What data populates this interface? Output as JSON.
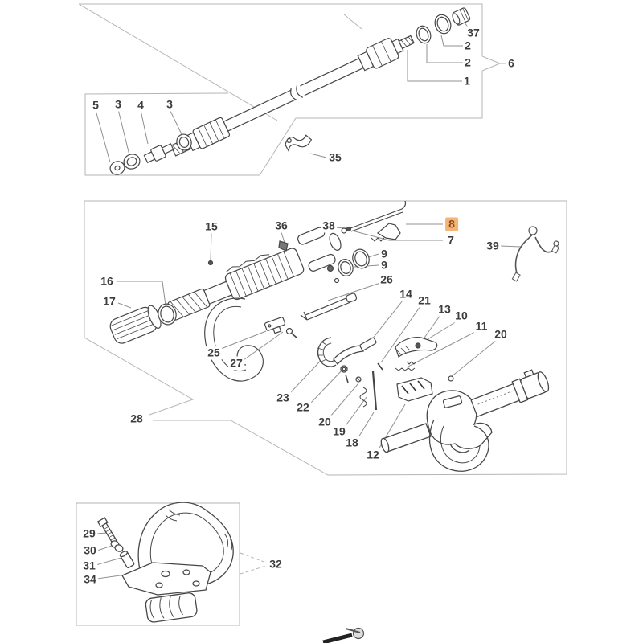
{
  "diagram": {
    "background": "#ffffff",
    "selected_part_number": "8",
    "highlight_bg": "#f4b377",
    "highlight_text_color": "#8d4a17",
    "line_art_color": "#474747",
    "box_outline_color": "#b5b5b5",
    "leader_line_color": "#909090",
    "label_text_color": "#3d3d3d"
  },
  "sections": [
    {
      "name": "drive-shaft-assembly",
      "assembly_label": "6"
    },
    {
      "name": "gearbox-throttle-assembly",
      "assembly_label": "28"
    },
    {
      "name": "loop-handle-assembly",
      "assembly_label": "32"
    }
  ],
  "labels": [
    {
      "text": "37",
      "highlighted": false
    },
    {
      "text": "2",
      "highlighted": false
    },
    {
      "text": "2",
      "highlighted": false
    },
    {
      "text": "1",
      "highlighted": false
    },
    {
      "text": "6",
      "highlighted": false
    },
    {
      "text": "5",
      "highlighted": false
    },
    {
      "text": "3",
      "highlighted": false
    },
    {
      "text": "4",
      "highlighted": false
    },
    {
      "text": "3",
      "highlighted": false
    },
    {
      "text": "35",
      "highlighted": false
    },
    {
      "text": "15",
      "highlighted": false
    },
    {
      "text": "36",
      "highlighted": false
    },
    {
      "text": "38",
      "highlighted": false
    },
    {
      "text": "8",
      "highlighted": true
    },
    {
      "text": "7",
      "highlighted": false
    },
    {
      "text": "39",
      "highlighted": false
    },
    {
      "text": "9",
      "highlighted": false
    },
    {
      "text": "9",
      "highlighted": false
    },
    {
      "text": "26",
      "highlighted": false
    },
    {
      "text": "16",
      "highlighted": false
    },
    {
      "text": "17",
      "highlighted": false
    },
    {
      "text": "25",
      "highlighted": false
    },
    {
      "text": "27",
      "highlighted": false
    },
    {
      "text": "14",
      "highlighted": false
    },
    {
      "text": "21",
      "highlighted": false
    },
    {
      "text": "13",
      "highlighted": false
    },
    {
      "text": "10",
      "highlighted": false
    },
    {
      "text": "11",
      "highlighted": false
    },
    {
      "text": "20",
      "highlighted": false
    },
    {
      "text": "23",
      "highlighted": false
    },
    {
      "text": "22",
      "highlighted": false
    },
    {
      "text": "20",
      "highlighted": false
    },
    {
      "text": "19",
      "highlighted": false
    },
    {
      "text": "18",
      "highlighted": false
    },
    {
      "text": "12",
      "highlighted": false
    },
    {
      "text": "28",
      "highlighted": false
    },
    {
      "text": "29",
      "highlighted": false
    },
    {
      "text": "30",
      "highlighted": false
    },
    {
      "text": "31",
      "highlighted": false
    },
    {
      "text": "34",
      "highlighted": false
    },
    {
      "text": "32",
      "highlighted": false
    }
  ]
}
